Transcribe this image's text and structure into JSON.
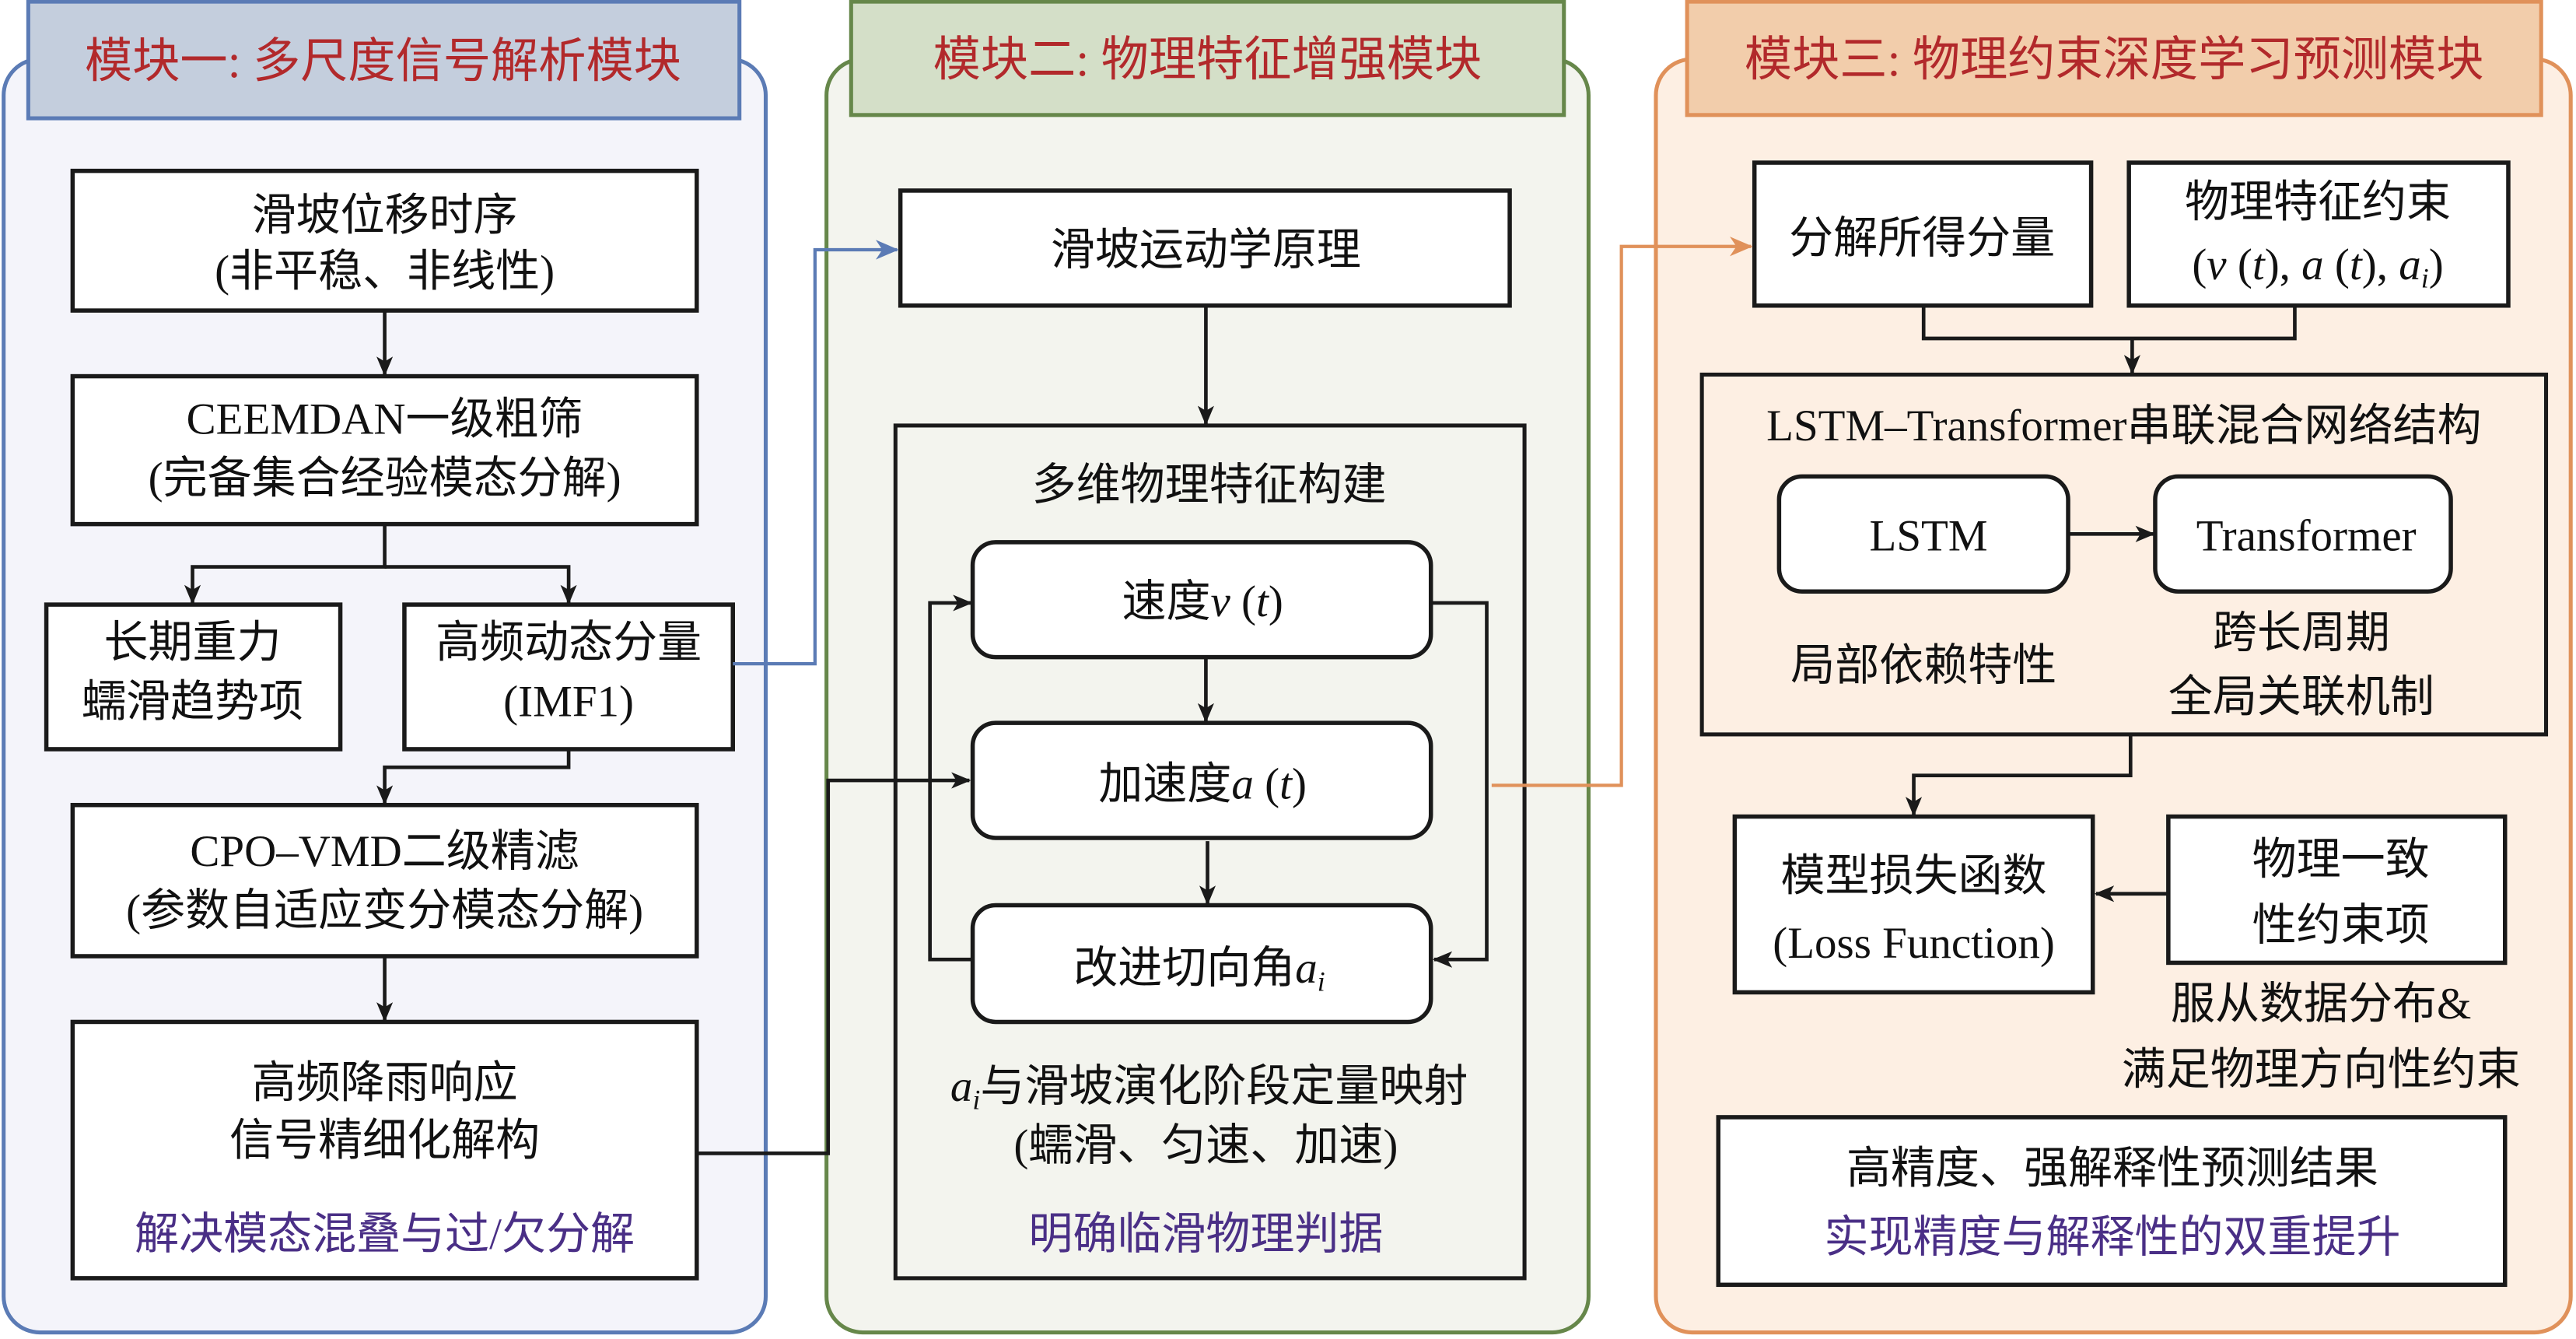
{
  "colors": {
    "module1_border": "#5b7bb5",
    "module1_fill": "#f4f4fa",
    "module1_header_fill": "#c4cedd",
    "module2_border": "#66874a",
    "module2_fill": "#f3f4ee",
    "module2_header_fill": "#d4dfc8",
    "module3_border": "#e0915a",
    "module3_fill": "#fdefe3",
    "module3_header_fill": "#f2cdab",
    "header_text": "#b2292b",
    "highlight_text": "#4a2f86",
    "blue_connector": "#5b7bb5",
    "orange_connector": "#e0915a"
  },
  "module1": {
    "title": "模块一: 多尺度信号解析模块",
    "box_input": {
      "line1": "滑坡位移时序",
      "line2": "(非平稳、非线性)"
    },
    "box_ceemdan": {
      "line1": "CEEMDAN一级粗筛",
      "line2": "(完备集合经验模态分解)"
    },
    "box_trend": {
      "line1": "长期重力",
      "line2": "蠕滑趋势项"
    },
    "box_imf1": {
      "line1": "高频动态分量",
      "line2": "(IMF1)"
    },
    "box_cpovmd": {
      "line1": "CPO–VMD二级精滤",
      "line2": "(参数自适应变分模态分解)"
    },
    "box_refine": {
      "line1": "高频降雨响应",
      "line2": "信号精细化解构",
      "highlight": "解决模态混叠与过/欠分解"
    }
  },
  "module2": {
    "title": "模块二: 物理特征增强模块",
    "box_kinematics": "滑坡运动学原理",
    "feature_group": {
      "title": "多维物理特征构建",
      "velocity": {
        "label": "速度",
        "symbol": "v",
        "arg": " (t)"
      },
      "acceleration": {
        "label": "加速度",
        "symbol": "a",
        "arg": " (t)"
      },
      "tangent_angle": {
        "label": "改进切向角",
        "symbol": "a",
        "sub": "i"
      },
      "mapping_line1_symbol": "a",
      "mapping_line1_sub": "i",
      "mapping_line1_text": "与滑坡演化阶段定量映射",
      "mapping_line2": "(蠕滑、匀速、加速)",
      "highlight": "明确临滑物理判据"
    }
  },
  "module3": {
    "title": "模块三: 物理约束深度学习预测模块",
    "box_components": "分解所得分量",
    "box_constraints": {
      "line1": "物理特征约束",
      "line2_parts": [
        "(",
        "v",
        " (",
        "t",
        "), ",
        "a",
        " (",
        "t",
        "), ",
        "a",
        "i",
        ")"
      ]
    },
    "network": {
      "title": "LSTM–Transformer串联混合网络结构",
      "lstm_label": "LSTM",
      "transformer_label": "Transformer",
      "lstm_caption": "局部依赖特性",
      "transformer_caption_line1": "跨长周期",
      "transformer_caption_line2": "全局关联机制"
    },
    "box_loss": {
      "line1": "模型损失函数",
      "line2": "(Loss Function)"
    },
    "box_consistency": {
      "line1": "物理一致",
      "line2": "性约束项"
    },
    "caption_line1": "服从数据分布&",
    "caption_line2": "满足物理方向性约束",
    "box_result": {
      "line1": "高精度、强解释性预测结果",
      "highlight": "实现精度与解释性的双重提升"
    }
  }
}
